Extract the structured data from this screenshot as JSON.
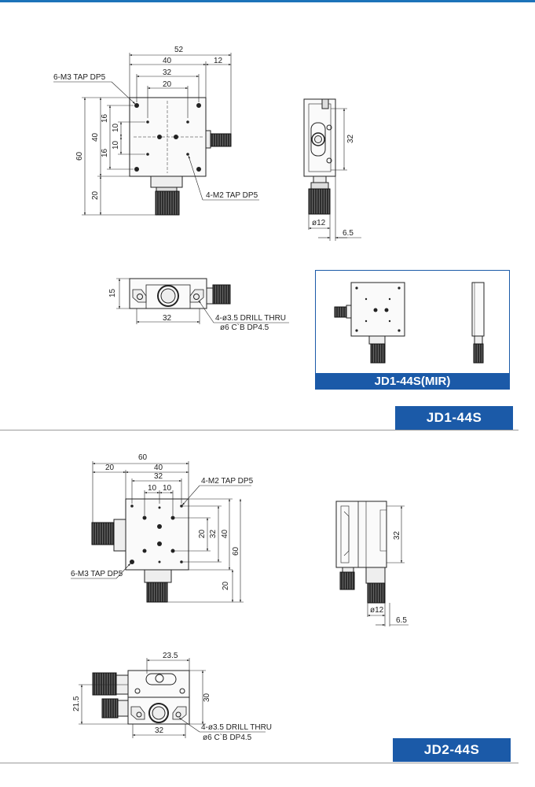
{
  "sections": [
    {
      "model": "JD1-44S",
      "mirror_label": "JD1-44S(MIR)",
      "dims": [
        "52",
        "40",
        "12",
        "32",
        "20",
        "16",
        "10",
        "10",
        "16",
        "40",
        "60",
        "20",
        "32",
        "ø12",
        "6.5",
        "15",
        "32"
      ],
      "notes": [
        "6-M3 TAP DP5",
        "4-M2 TAP DP5",
        "4-ø3.5 DRILL THRU",
        "ø6 C`B DP4.5"
      ]
    },
    {
      "model": "JD2-44S",
      "dims": [
        "60",
        "20",
        "40",
        "32",
        "10",
        "10",
        "20",
        "32",
        "40",
        "60",
        "20",
        "32",
        "ø12",
        "6.5",
        "23.5",
        "30",
        "21.5",
        "32"
      ],
      "notes": [
        "4-M2 TAP DP5",
        "6-M3 TAP DP5",
        "4-ø3.5 DRILL THRU",
        "ø6 C`B DP4.5"
      ]
    }
  ],
  "colors": {
    "accent": "#1b5aa8",
    "line": "#222222",
    "fill_gray": "#e6e6e6",
    "knob": "#2e2e2e"
  }
}
